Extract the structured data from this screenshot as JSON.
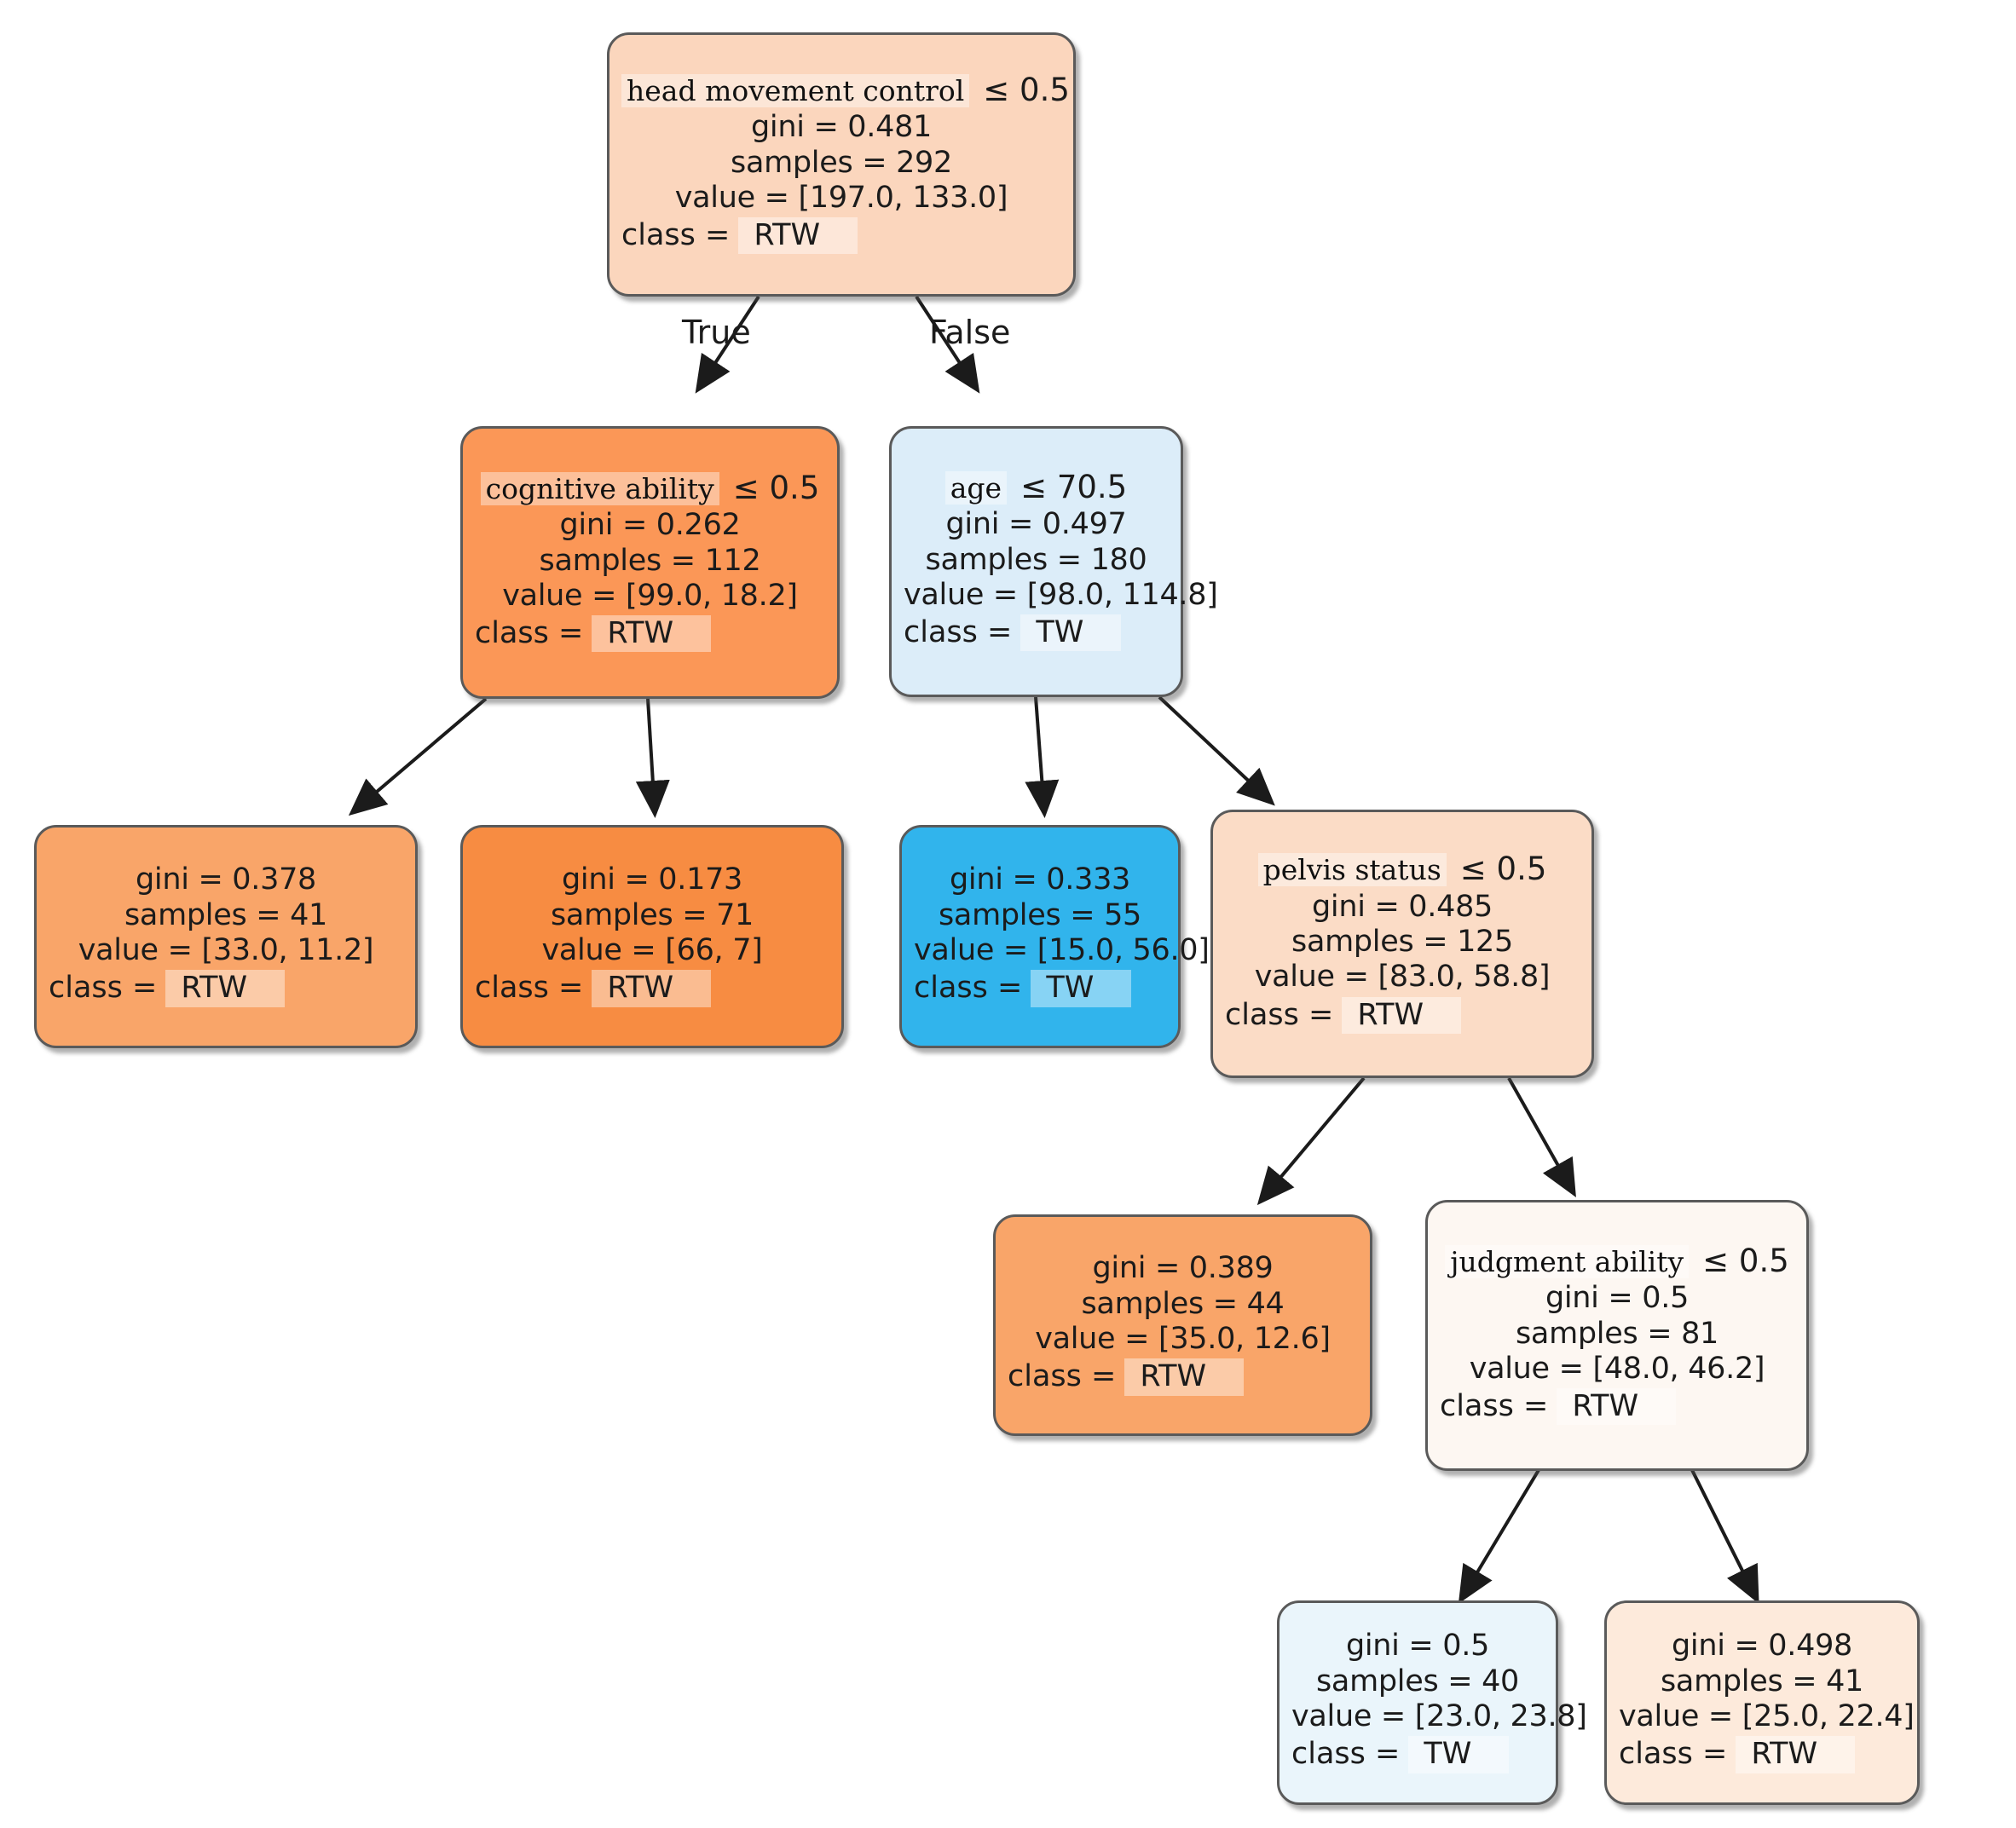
{
  "diagram": {
    "type": "decision-tree",
    "title": "",
    "edge_labels": {
      "true": "True",
      "false": "False"
    },
    "classes": [
      "RTW",
      "TW"
    ],
    "colors": {
      "root": "#fbd6bd",
      "orange_strong": "#f78c42",
      "orange": "#fb9757",
      "orange_light": "#f9a569",
      "blue_strong": "#31b4ec",
      "blue_light": "#dcedf9",
      "peach": "#fbdcc6",
      "cream": "#fdf7f2",
      "pale_blue": "#eaf5fb",
      "pale_peach": "#fdeadb",
      "border": "#5a5a5a",
      "text": "#1b1b1b"
    }
  },
  "nodes": {
    "root": {
      "feature": "head movement control",
      "operator": "≤ 0.5",
      "gini": "gini = 0.481",
      "samples": "samples = 292",
      "value": "value = [197.0, 133.0]",
      "class_label": "class =",
      "class_value": "RTW"
    },
    "cognitive": {
      "feature": "cognitive ability",
      "operator": "≤ 0.5",
      "gini": "gini = 0.262",
      "samples": "samples = 112",
      "value": "value = [99.0, 18.2]",
      "class_label": "class =",
      "class_value": "RTW"
    },
    "age": {
      "feature": "age",
      "operator": "≤ 70.5",
      "gini": "gini = 0.497",
      "samples": "samples = 180",
      "value": "value = [98.0, 114.8]",
      "class_label": "class =",
      "class_value": "TW"
    },
    "leaf_378": {
      "gini": "gini = 0.378",
      "samples": "samples = 41",
      "value": "value = [33.0, 11.2]",
      "class_label": "class =",
      "class_value": "RTW"
    },
    "leaf_173": {
      "gini": "gini = 0.173",
      "samples": "samples = 71",
      "value": "value = [66, 7]",
      "class_label": "class =",
      "class_value": "RTW"
    },
    "leaf_333": {
      "gini": "gini = 0.333",
      "samples": "samples = 55",
      "value": "value = [15.0, 56.0]",
      "class_label": "class =",
      "class_value": "TW"
    },
    "pelvis": {
      "feature": "pelvis  status",
      "operator": "≤ 0.5",
      "gini": "gini = 0.485",
      "samples": "samples = 125",
      "value": "value = [83.0, 58.8]",
      "class_label": "class =",
      "class_value": "RTW"
    },
    "leaf_389": {
      "gini": "gini = 0.389",
      "samples": "samples = 44",
      "value": "value = [35.0, 12.6]",
      "class_label": "class =",
      "class_value": "RTW"
    },
    "judgment": {
      "feature": "judgment ability",
      "operator": "≤ 0.5",
      "gini": "gini = 0.5",
      "samples": "samples = 81",
      "value": "value = [48.0, 46.2]",
      "class_label": "class =",
      "class_value": "RTW"
    },
    "leaf_50": {
      "gini": "gini = 0.5",
      "samples": "samples = 40",
      "value": "value = [23.0, 23.8]",
      "class_label": "class =",
      "class_value": "TW"
    },
    "leaf_498": {
      "gini": "gini = 0.498",
      "samples": "samples = 41",
      "value": "value = [25.0, 22.4]",
      "class_label": "class =",
      "class_value": "RTW"
    }
  },
  "chart_data": {
    "type": "tree",
    "title": "Decision tree for return-to-work (RTW) vs. temporary-work (TW) classification",
    "root_samples": 292,
    "tree": [
      {
        "id": "root",
        "depth": 0,
        "feature": "head movement control",
        "threshold": 0.5,
        "gini": 0.481,
        "samples": 292,
        "value": [
          197.0,
          133.0
        ],
        "class": "RTW",
        "children": [
          "cognitive",
          "age"
        ]
      },
      {
        "id": "cognitive",
        "depth": 1,
        "feature": "cognitive ability",
        "threshold": 0.5,
        "gini": 0.262,
        "samples": 112,
        "value": [
          99.0,
          18.2
        ],
        "class": "RTW",
        "children": [
          "leaf_378",
          "leaf_173"
        ]
      },
      {
        "id": "age",
        "depth": 1,
        "feature": "age",
        "threshold": 70.5,
        "gini": 0.497,
        "samples": 180,
        "value": [
          98.0,
          114.8
        ],
        "class": "TW",
        "children": [
          "leaf_333",
          "pelvis"
        ]
      },
      {
        "id": "leaf_378",
        "depth": 2,
        "feature": null,
        "threshold": null,
        "gini": 0.378,
        "samples": 41,
        "value": [
          33.0,
          11.2
        ],
        "class": "RTW",
        "children": []
      },
      {
        "id": "leaf_173",
        "depth": 2,
        "feature": null,
        "threshold": null,
        "gini": 0.173,
        "samples": 71,
        "value": [
          66,
          7
        ],
        "class": "RTW",
        "children": []
      },
      {
        "id": "leaf_333",
        "depth": 2,
        "feature": null,
        "threshold": null,
        "gini": 0.333,
        "samples": 55,
        "value": [
          15.0,
          56.0
        ],
        "class": "TW",
        "children": []
      },
      {
        "id": "pelvis",
        "depth": 2,
        "feature": "pelvis  status",
        "threshold": 0.5,
        "gini": 0.485,
        "samples": 125,
        "value": [
          83.0,
          58.8
        ],
        "class": "RTW",
        "children": [
          "leaf_389",
          "judgment"
        ]
      },
      {
        "id": "leaf_389",
        "depth": 3,
        "feature": null,
        "threshold": null,
        "gini": 0.389,
        "samples": 44,
        "value": [
          35.0,
          12.6
        ],
        "class": "RTW",
        "children": []
      },
      {
        "id": "judgment",
        "depth": 3,
        "feature": "judgment ability",
        "threshold": 0.5,
        "gini": 0.5,
        "samples": 81,
        "value": [
          48.0,
          46.2
        ],
        "class": "RTW",
        "children": [
          "leaf_50",
          "leaf_498"
        ]
      },
      {
        "id": "leaf_50",
        "depth": 4,
        "feature": null,
        "threshold": null,
        "gini": 0.5,
        "samples": 40,
        "value": [
          23.0,
          23.8
        ],
        "class": "TW",
        "children": []
      },
      {
        "id": "leaf_498",
        "depth": 4,
        "feature": null,
        "threshold": null,
        "gini": 0.498,
        "samples": 41,
        "value": [
          25.0,
          22.4
        ],
        "class": "RTW",
        "children": []
      }
    ],
    "edge_labels": [
      "True",
      "False"
    ],
    "classes": [
      "RTW",
      "TW"
    ]
  }
}
